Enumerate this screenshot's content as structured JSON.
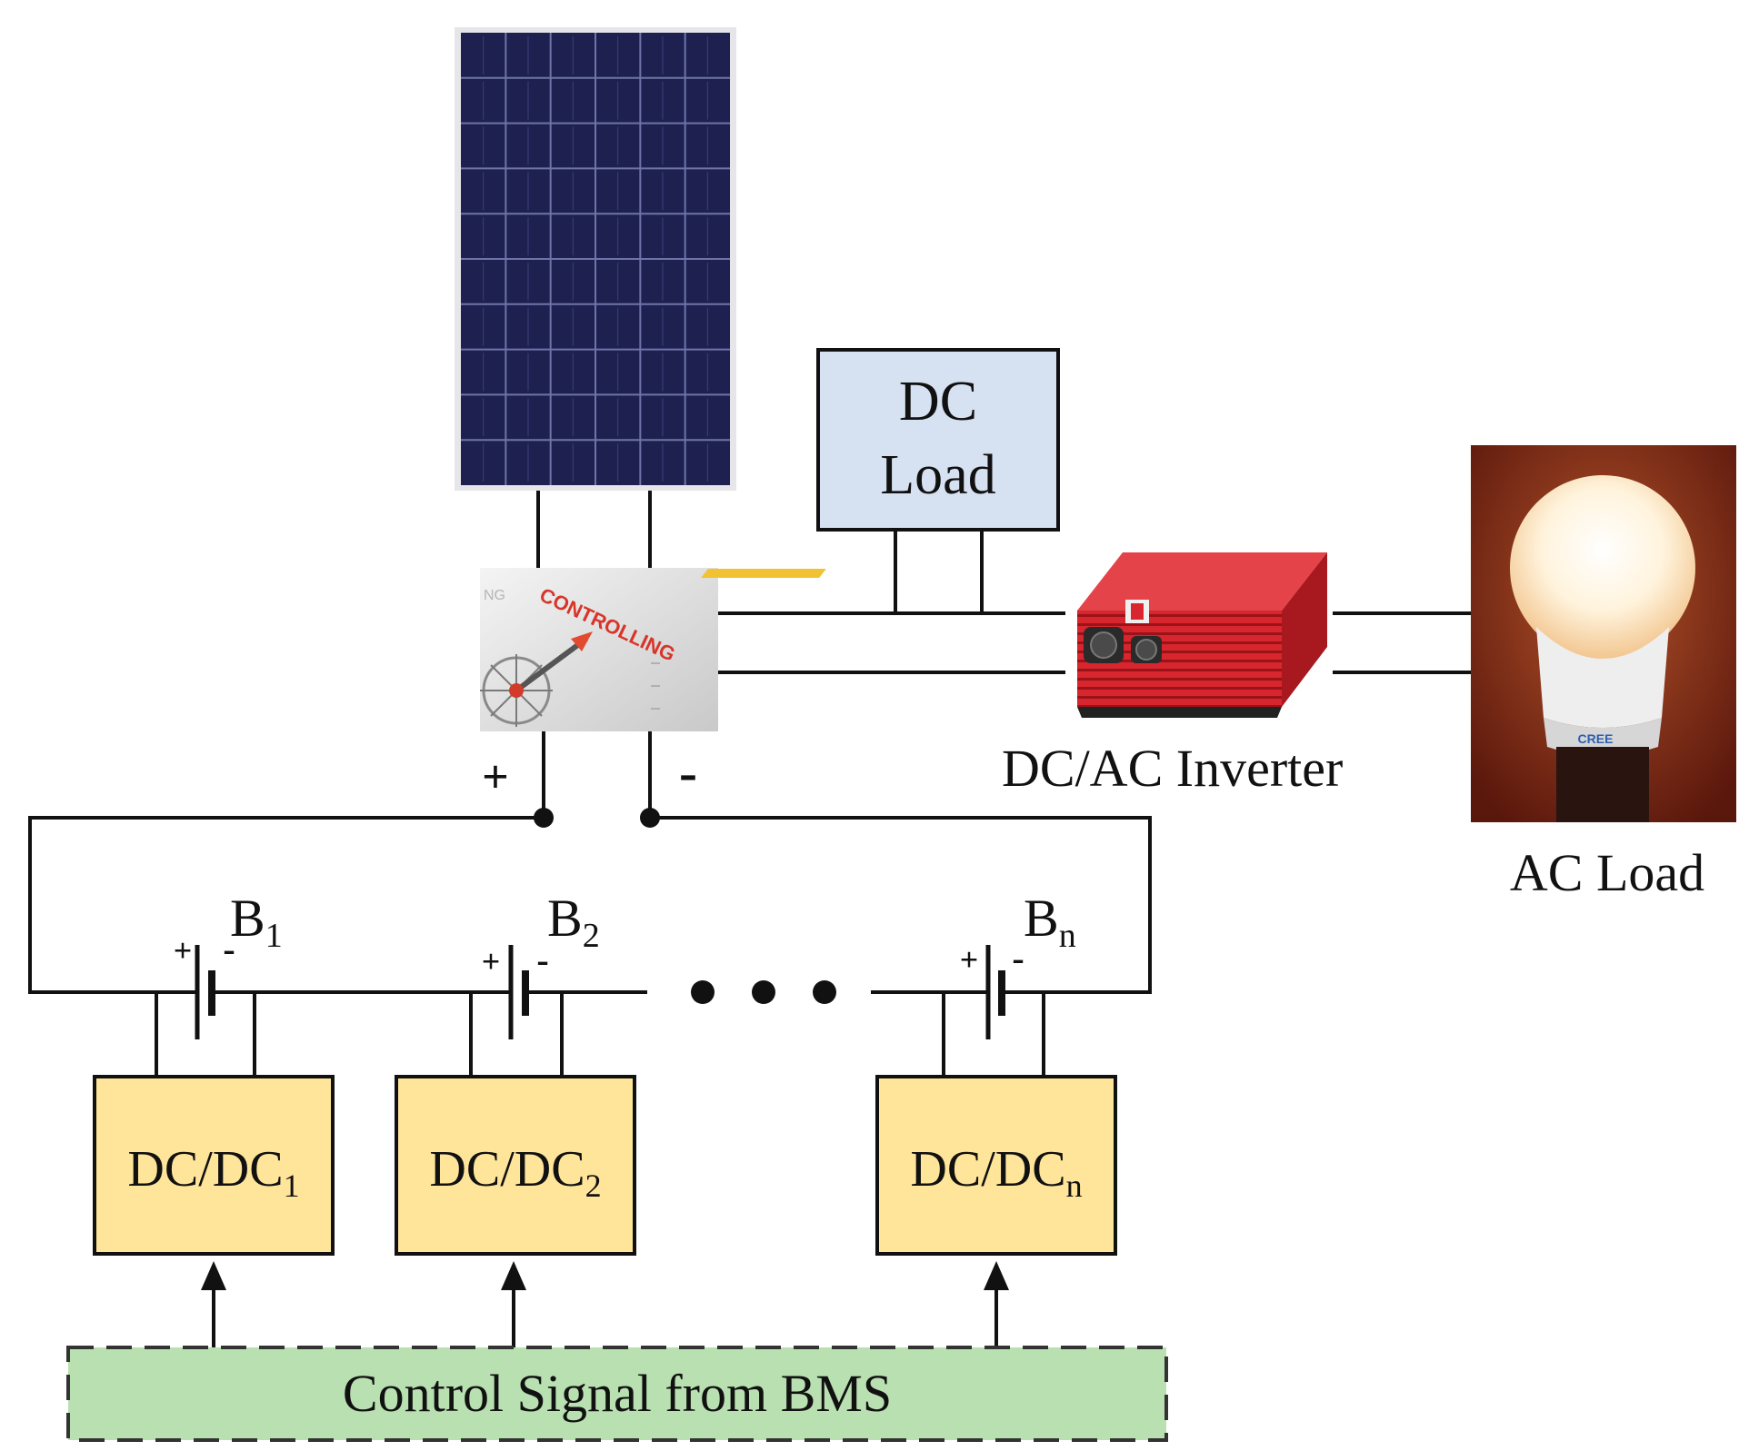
{
  "colors": {
    "dc_load_fill": "#d6e1f1",
    "converter_fill": "#ffe59a",
    "bms_fill": "#b9e0b1",
    "panel_fill": "#1e2150",
    "inverter_fill": "#d7262d",
    "bulb_background": "#6a1d10",
    "wire": "#111111"
  },
  "icons": {
    "solar_panel": "solar-panel-icon",
    "controller": "charge-controller-icon",
    "inverter": "inverter-icon",
    "bulb": "light-bulb-icon"
  },
  "controller": {
    "text": "CONTROLLING"
  },
  "inverter": {
    "label": "DC/AC Inverter"
  },
  "dc_load": {
    "line1": "DC",
    "line2": "Load"
  },
  "ac_load": {
    "label": "AC Load",
    "bulb_brand": "CREE"
  },
  "polarity": {
    "plus": "+",
    "minus": "-"
  },
  "batteries": [
    {
      "letter": "B",
      "sub": "1"
    },
    {
      "letter": "B",
      "sub": "2"
    },
    {
      "letter": "B",
      "sub": "n"
    }
  ],
  "converters": [
    {
      "text": "DC/DC",
      "sub": "1"
    },
    {
      "text": "DC/DC",
      "sub": "2"
    },
    {
      "text": "DC/DC",
      "sub": "n"
    }
  ],
  "bms": {
    "label": "Control Signal from BMS"
  }
}
